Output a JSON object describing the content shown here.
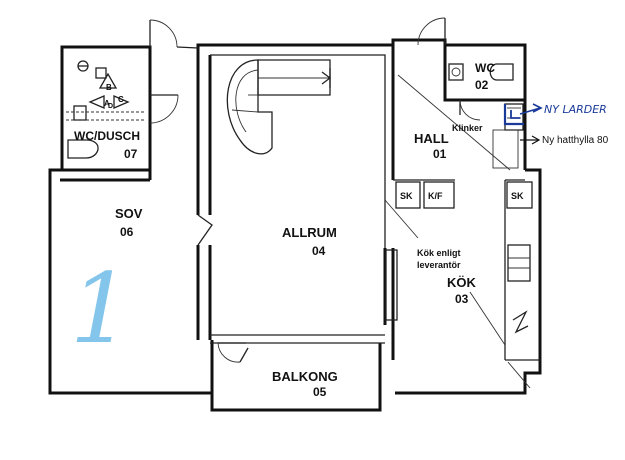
{
  "rooms": {
    "wc_dusch": {
      "name": "WC/DUSCH",
      "number": "07"
    },
    "wc": {
      "name": "WC",
      "number": "02"
    },
    "hall": {
      "name": "HALL",
      "number": "01"
    },
    "sov": {
      "name": "SOV",
      "number": "06"
    },
    "allrum": {
      "name": "ALLRUM",
      "number": "04"
    },
    "kok": {
      "name": "KÖK",
      "number": "03"
    },
    "balkong": {
      "name": "BALKONG",
      "number": "05"
    }
  },
  "fixtures": {
    "sk_left": "SK",
    "kf": "K/F",
    "sk_right": "SK",
    "klinker": "Klinker",
    "kok_note_line1": "Kök enligt",
    "kok_note_line2": "leverantör",
    "shower_letters": [
      "B",
      "A",
      "D",
      "C"
    ]
  },
  "annotations": {
    "ny_larder": "NY LARDER",
    "ny_hatthylla": "Ny hatthylla 80",
    "room_marker": "1"
  },
  "colors": {
    "wall": "#111111",
    "pen": "#1a3a9a",
    "highlighter": "#7ec3ea"
  }
}
